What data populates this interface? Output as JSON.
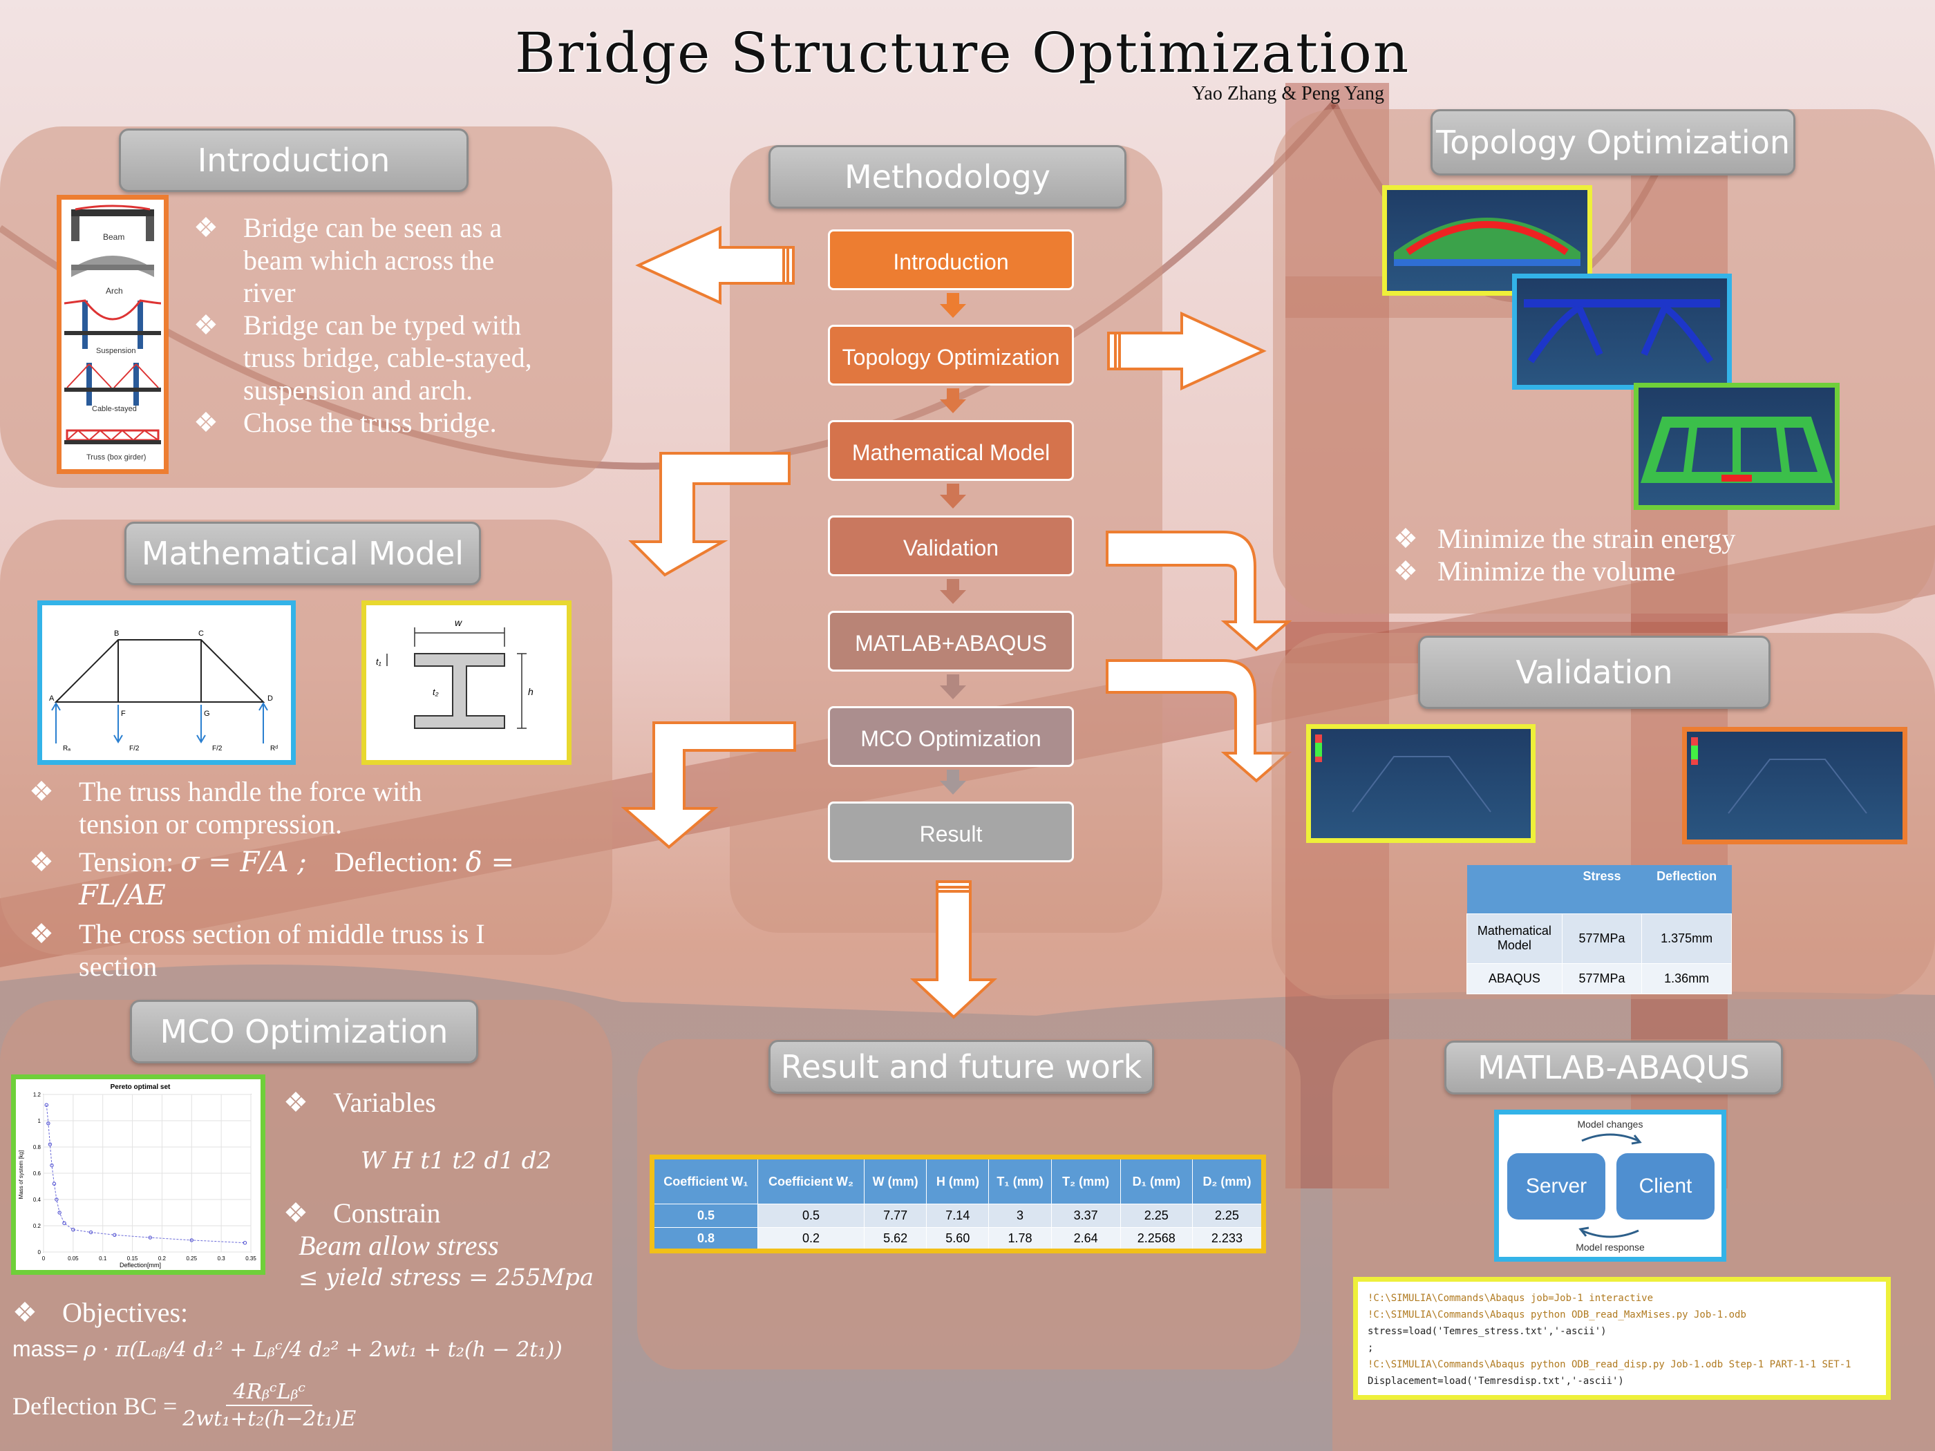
{
  "title": "Bridge Structure Optimization",
  "authors": "Yao Zhang & Peng Yang",
  "bullet_glyph": "❖",
  "introduction": {
    "header": "Introduction",
    "bridge_types": [
      "Beam",
      "Arch",
      "Suspension",
      "Cable-stayed",
      "Truss (box girder)"
    ],
    "bullets": [
      [
        "Bridge can be seen as a",
        "beam which across the",
        "river"
      ],
      [
        "Bridge can be typed with",
        "truss bridge, cable-stayed,",
        "suspension and arch."
      ],
      [
        "Chose the truss bridge."
      ]
    ]
  },
  "methodology": {
    "header": "Methodology",
    "steps": [
      "Introduction",
      "Topology Optimization",
      "Mathematical Model",
      "Validation",
      "MATLAB+ABAQUS",
      "MCO Optimization",
      "Result"
    ],
    "step_colors": [
      "#ed7d31",
      "#e1773f",
      "#d5734c",
      "#c9785f",
      "#b98476",
      "#ab8e8e",
      "#a6a6a6"
    ]
  },
  "topology": {
    "header": "Topology Optimization",
    "bullets": [
      "Minimize the strain energy",
      "Minimize the volume"
    ]
  },
  "math_model": {
    "header": "Mathematical Model",
    "truss_labels": {
      "a": "A",
      "b": "B",
      "c": "C",
      "d": "D",
      "f": "F",
      "g": "G",
      "f2a": "F/2",
      "f2b": "F/2",
      "ra": "Rₐ",
      "rd": "Rᵈ"
    },
    "section_labels": {
      "w": "w",
      "t1": "t₁",
      "t2": "t₂",
      "h": "h"
    },
    "bullet1": [
      "The truss handle the  force with",
      "tension or compression."
    ],
    "tension_label": "Tension:",
    "tension_eq": "σ = F/A ;",
    "deflection_label": "Deflection:",
    "deflection_eq": "δ = FL/AE",
    "bullet3": [
      "The cross section of middle truss is I",
      "section"
    ]
  },
  "validation": {
    "header": "Validation",
    "table_header": [
      "",
      "Stress",
      "Deflection"
    ],
    "rows": [
      [
        "Mathematical Model",
        "577MPa",
        "1.375mm"
      ],
      [
        "ABAQUS",
        "577MPa",
        "1.36mm"
      ]
    ]
  },
  "mco": {
    "header": "MCO Optimization",
    "chart_title": "Pereto optimal set",
    "xlabel": "Deflection[mm]",
    "ylabel": "Mass of system [kg]",
    "variables_label": "Variables",
    "variables": "W  H  t1  t2  d1  d2",
    "constrain_label": "Constrain",
    "constraint_line1": "Beam allow stress",
    "constraint_line2": "≤ yield stress = 255Mpa",
    "objectives_label": "Objectives:",
    "mass_label": "mass=",
    "mass_eq": "ρ · π(Lₐᵦ/4 d₁² + Lᵦᶜ/4 d₂² + 2wt₁ + t₂(h − 2t₁))",
    "deflection_label": "Deflection BC =",
    "deflection_num": "4RᵦᶜLᵦᶜ",
    "deflection_den": "2wt₁+t₂(h−2t₁)E"
  },
  "result": {
    "header": "Result and future work",
    "table_header": [
      "Coefficient W₁",
      "Coefficient W₂",
      "W (mm)",
      "H (mm)",
      "T₁ (mm)",
      "T₂ (mm)",
      "D₁ (mm)",
      "D₂ (mm)"
    ],
    "rows": [
      [
        "0.5",
        "0.5",
        "7.77",
        "7.14",
        "3",
        "3.37",
        "2.25",
        "2.25"
      ],
      [
        "0.8",
        "0.2",
        "5.62",
        "5.60",
        "1.78",
        "2.64",
        "2.2568",
        "2.233"
      ]
    ]
  },
  "matlab": {
    "header": "MATLAB-ABAQUS",
    "top_label": "Model changes",
    "bottom_label": "Model response",
    "server": "Server",
    "client": "Client",
    "code": [
      "!C:\\SIMULIA\\Commands\\Abaqus job=Job-1 interactive",
      "  !C:\\SIMULIA\\Commands\\Abaqus python ODB_read_MaxMises.py Job-1.odb",
      "stress=load('Temres_stress.txt','-ascii')",
      ";",
      "!C:\\SIMULIA\\Commands\\Abaqus python ODB_read_disp.py Job-1.odb Step-1 PART-1-1 SET-1",
      "Displacement=load('Temresdisp.txt','-ascii')"
    ]
  },
  "chart_data": {
    "type": "scatter",
    "title": "Pereto optimal set",
    "xlabel": "Deflection[mm]",
    "ylabel": "Mass of system [kg]",
    "xlim": [
      0,
      0.35
    ],
    "ylim": [
      0,
      1.2
    ],
    "xticks": [
      "0",
      "0.05",
      "0.1",
      "0.15",
      "0.2",
      "0.25",
      "0.3",
      "0.35"
    ],
    "yticks": [
      "0",
      "0.2",
      "0.4",
      "0.6",
      "0.8",
      "1",
      "1.2"
    ],
    "x": [
      0.005,
      0.008,
      0.011,
      0.014,
      0.018,
      0.022,
      0.027,
      0.035,
      0.05,
      0.08,
      0.12,
      0.18,
      0.25,
      0.34
    ],
    "y": [
      1.12,
      0.98,
      0.82,
      0.66,
      0.52,
      0.4,
      0.3,
      0.22,
      0.17,
      0.15,
      0.13,
      0.11,
      0.09,
      0.07
    ]
  }
}
